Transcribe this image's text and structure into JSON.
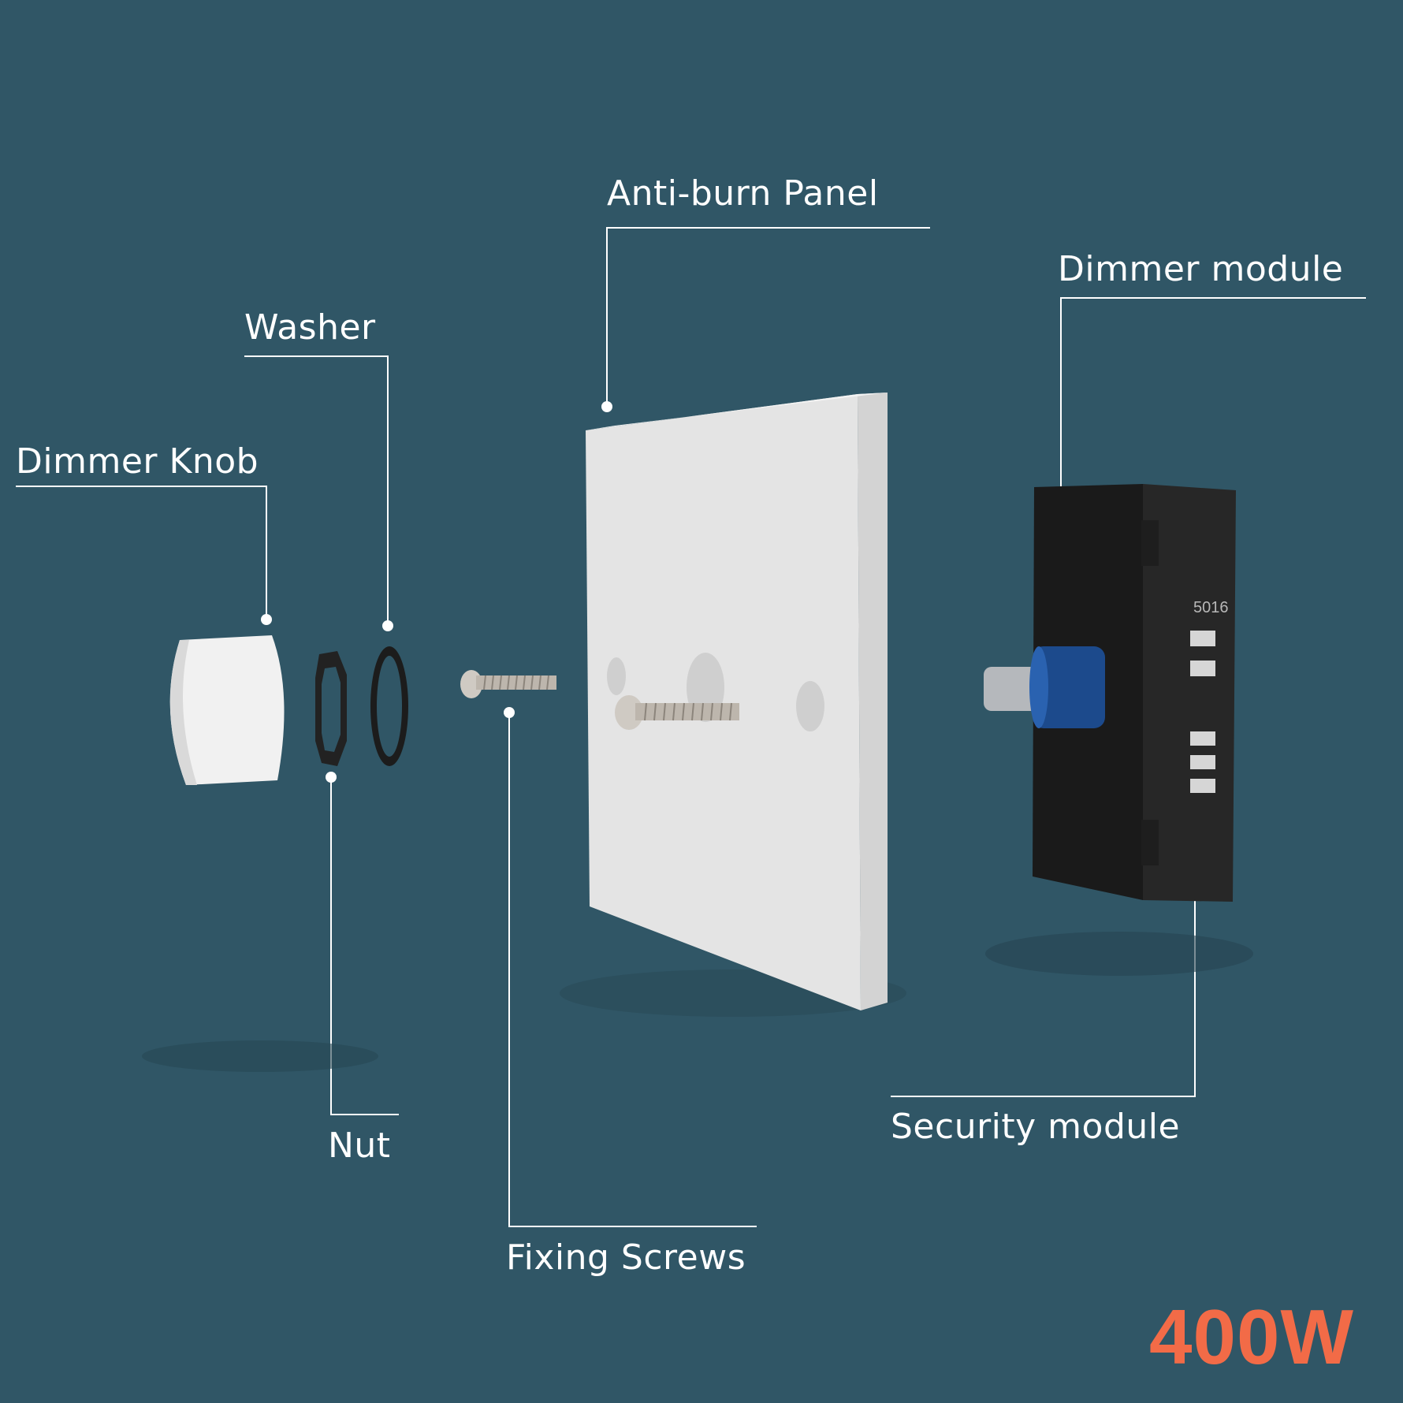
{
  "diagram": {
    "title": "Dimmer switch exploded view",
    "background_color": "#305666",
    "accent_color": "#f26b47",
    "labels": {
      "anti_burn_panel": "Anti-burn Panel",
      "dimmer_module": "Dimmer module",
      "washer": "Washer",
      "dimmer_knob": "Dimmer Knob",
      "nut": "Nut",
      "fixing_screws": "Fixing Screws",
      "security_module": "Security module"
    },
    "module_code": "5016",
    "power_rating": "400W"
  }
}
